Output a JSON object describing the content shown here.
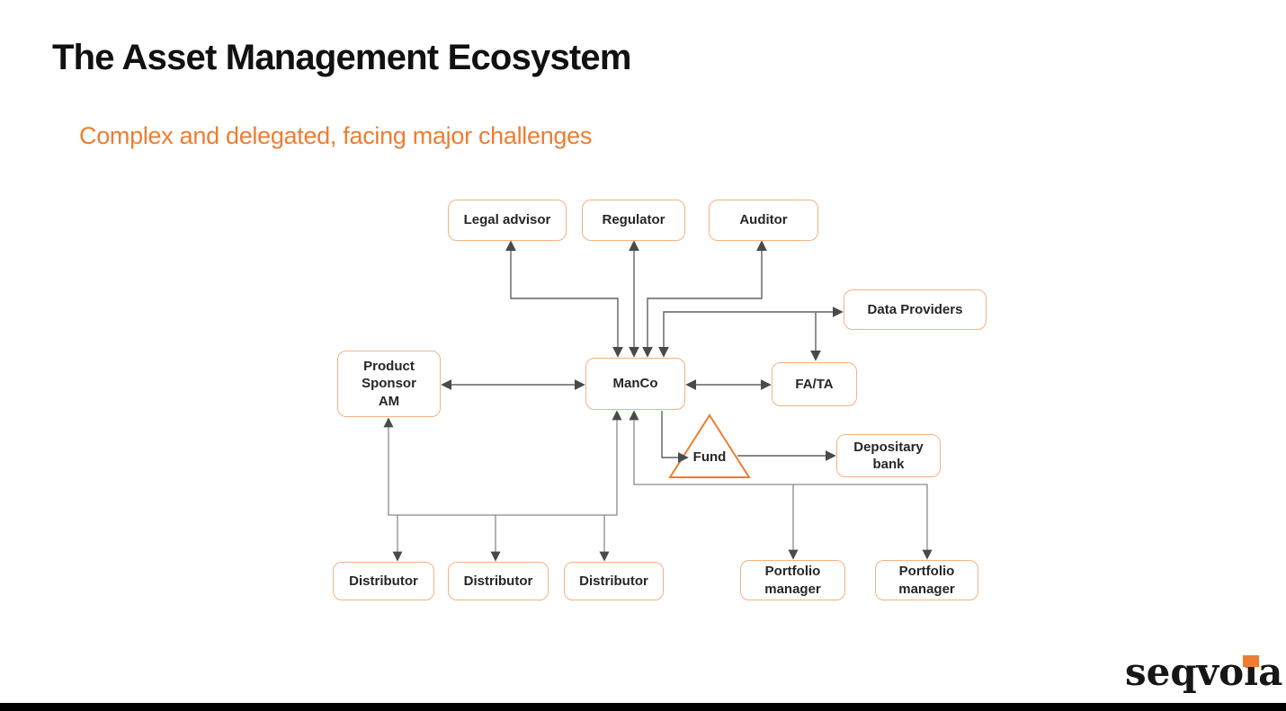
{
  "slide": {
    "title": "The Asset Management Ecosystem",
    "subtitle": "Complex and delegated, facing major challenges"
  },
  "diagram": {
    "nodes": [
      {
        "id": "legal-advisor",
        "label": "Legal advisor"
      },
      {
        "id": "regulator",
        "label": "Regulator"
      },
      {
        "id": "auditor",
        "label": "Auditor"
      },
      {
        "id": "data-providers",
        "label": "Data Providers"
      },
      {
        "id": "product-sponsor-am",
        "label": "Product\nSponsor\nAM"
      },
      {
        "id": "manco",
        "label": "ManCo"
      },
      {
        "id": "fa-ta",
        "label": "FA/TA"
      },
      {
        "id": "fund",
        "label": "Fund"
      },
      {
        "id": "depositary-bank",
        "label": "Depositary\nbank"
      },
      {
        "id": "distributor-1",
        "label": "Distributor"
      },
      {
        "id": "distributor-2",
        "label": "Distributor"
      },
      {
        "id": "distributor-3",
        "label": "Distributor"
      },
      {
        "id": "portfolio-manager-1",
        "label": "Portfolio\nmanager"
      },
      {
        "id": "portfolio-manager-2",
        "label": "Portfolio\nmanager"
      }
    ]
  },
  "logo": {
    "text": "seqvoia",
    "parts": {
      "pre": "seqvo",
      "i": "i",
      "post": "a"
    }
  },
  "colors": {
    "accent_orange": "#ED7D31",
    "node_border": "#F4B183",
    "connector_gray": "#616161",
    "trunk_gray": "#8a8a8a",
    "footer_bar": "#000000"
  }
}
